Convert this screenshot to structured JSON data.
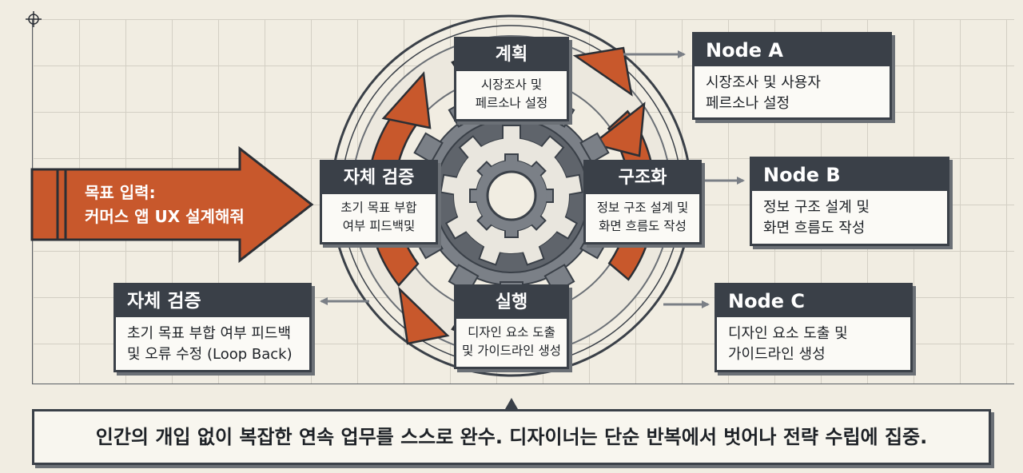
{
  "input": {
    "label_line1": "목표 입력:",
    "label_line2": "커머스 앱 UX 설계해줘",
    "accent_color": "#c8582c"
  },
  "stages": {
    "plan": {
      "title": "계획",
      "desc_line1": "시장조사 및",
      "desc_line2": "페르소나 설정"
    },
    "structure": {
      "title": "구조화",
      "desc_line1": "정보 구조 설계 및",
      "desc_line2": "화면 흐름도 작성"
    },
    "execute": {
      "title": "실행",
      "desc_line1": "디자인 요소 도출",
      "desc_line2": "및 가이드라인 생성"
    },
    "verify": {
      "title": "자체 검증",
      "desc_line1": "초기 목표 부합",
      "desc_line2": "여부 피드백및"
    }
  },
  "nodes": {
    "a": {
      "title": "Node A",
      "desc_line1": "시장조사 및 사용자",
      "desc_line2": "페르소나 설정"
    },
    "b": {
      "title": "Node B",
      "desc_line1": "정보 구조 설계 및",
      "desc_line2": "화면 흐름도 작성"
    },
    "c": {
      "title": "Node C",
      "desc_line1": "디자인 요소 도출 및",
      "desc_line2": "가이드라인 생성"
    }
  },
  "feedback": {
    "title": "자체 검증",
    "desc_line1": "초기 목표 부합 여부 피드백",
    "desc_line2": "및 오류 수정 (Loop Back)"
  },
  "banner": {
    "text": "인간의 개입 없이 복잡한 연속 업무를 스스로 완수. 디자이너는 단순 반복에서 벗어나 전략 수립에 집중."
  },
  "colors": {
    "dark": "#3a4048",
    "orange": "#c8582c",
    "background": "#f1ede2",
    "gear_outer": "#7b8087",
    "gear_inner": "#e9e6de"
  },
  "icons": {
    "corner": "crosshair-icon",
    "center": "gear-icon",
    "cycle": "cycle-arrow-icon",
    "connector": "arrow-right-icon"
  }
}
